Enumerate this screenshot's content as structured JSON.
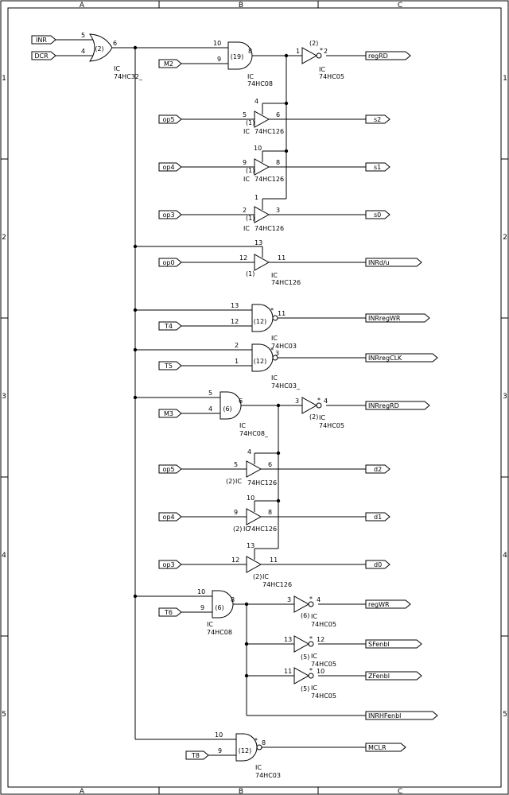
{
  "zones": {
    "columns": [
      "A",
      "B",
      "C"
    ],
    "rows": [
      "1",
      "2",
      "3",
      "4",
      "5"
    ]
  },
  "inputs": {
    "inr": "INR",
    "dcr": "DCR",
    "m2": "M2",
    "op5_a": "op5",
    "op4_a": "op4",
    "op3_a": "op3",
    "op0": "op0",
    "t4": "T4",
    "t5": "T5",
    "m3": "M3",
    "op5_b": "op5",
    "op4_b": "op4",
    "op3_b": "op3",
    "t6": "T6",
    "t8": "T8"
  },
  "outputs": {
    "regrd": "regRD",
    "s2": "s2",
    "s1": "s1",
    "s0": "s0",
    "inrdu": "INRd/u",
    "inrregwr": "INRregWR",
    "inrregclk": "INRregCLK",
    "inrregrd": "INRregRD",
    "d2": "d2",
    "d1": "d1",
    "d0": "d0",
    "regwr": "regWR",
    "sfenbl": "SFenbl",
    "zfenbl": "ZFenbl",
    "inrhfenbl": "INRHFenbl",
    "mclr": "MCLR"
  },
  "parts": {
    "or1": {
      "ic": "IC",
      "type": "74HC32_",
      "unit": "(2)"
    },
    "and19": {
      "ic": "IC",
      "type": "74HC08",
      "unit": "(19)"
    },
    "inv2": {
      "ic": "IC",
      "type": "74HC05",
      "unit": "(2)"
    },
    "buf_s2": {
      "ic": "IC",
      "type": "74HC126",
      "unit": "(1)"
    },
    "buf_s1": {
      "ic": "IC",
      "type": "74HC126",
      "unit": "(1)"
    },
    "buf_s0": {
      "ic": "IC",
      "type": "74HC126",
      "unit": "(1)"
    },
    "buf_inr": {
      "ic": "IC",
      "type": "74HC126",
      "unit": "(1)"
    },
    "nand_wr": {
      "ic": "IC",
      "type": "74HC03",
      "unit": "(12)"
    },
    "nand_clk": {
      "ic": "IC",
      "type": "74HC03_",
      "unit": "(12)"
    },
    "and6": {
      "ic": "IC",
      "type": "74HC08_",
      "unit": "(6)"
    },
    "inv_rd": {
      "ic": "IC",
      "type": "74HC05",
      "unit": "(2)"
    },
    "buf_d2": {
      "ic": "IC",
      "type": "74HC126",
      "unit": "(2)"
    },
    "buf_d1": {
      "ic": "IC",
      "type": "74HC126",
      "unit": "(2)"
    },
    "buf_d0": {
      "ic": "IC",
      "type": "74HC126",
      "unit": "(2)"
    },
    "and_t6": {
      "ic": "IC",
      "type": "74HC08",
      "unit": "(6)"
    },
    "inv_wr": {
      "ic": "IC",
      "type": "74HC05",
      "unit": "(6)"
    },
    "inv_sf": {
      "ic": "IC",
      "type": "74HC05",
      "unit": "(5)"
    },
    "inv_zf": {
      "ic": "IC",
      "type": "74HC05",
      "unit": "(5)"
    },
    "nand_mclr": {
      "ic": "IC",
      "type": "74HC03",
      "unit": "(12)"
    }
  },
  "pins": {
    "or_in1": "5",
    "or_in2": "4",
    "or_out": "6",
    "and19_in1": "10",
    "and19_in2": "9",
    "and19_out": "8",
    "inv2_in": "1",
    "inv2_out": "2",
    "s2_en": "4",
    "s2_in": "5",
    "s2_out": "6",
    "s1_en": "10",
    "s1_in": "9",
    "s1_out": "8",
    "s0_en": "1",
    "s0_in": "2",
    "s0_out": "3",
    "inr_en": "13",
    "inr_in": "12",
    "inr_out": "11",
    "wr_in1": "13",
    "wr_in2": "12",
    "wr_out": "11",
    "clk_in1": "2",
    "clk_in2": "1",
    "clk_out": "3",
    "and6_in1": "5",
    "and6_in2": "4",
    "and6_out": "6",
    "invrd_in": "3",
    "invrd_out": "4",
    "d2_en": "4",
    "d2_in": "5",
    "d2_out": "6",
    "d1_en": "10",
    "d1_in": "9",
    "d1_out": "8",
    "d0_en": "13",
    "d0_in": "12",
    "d0_out": "11",
    "t6_in1": "10",
    "t6_in2": "9",
    "t6_out": "8",
    "invwr_in": "3",
    "invwr_out": "4",
    "invsf_in": "13",
    "invsf_out": "12",
    "invzf_in": "11",
    "invzf_out": "10",
    "mclr_in1": "10",
    "mclr_in2": "9",
    "mclr_out": "8"
  },
  "marks": {
    "open_drain": "*"
  }
}
